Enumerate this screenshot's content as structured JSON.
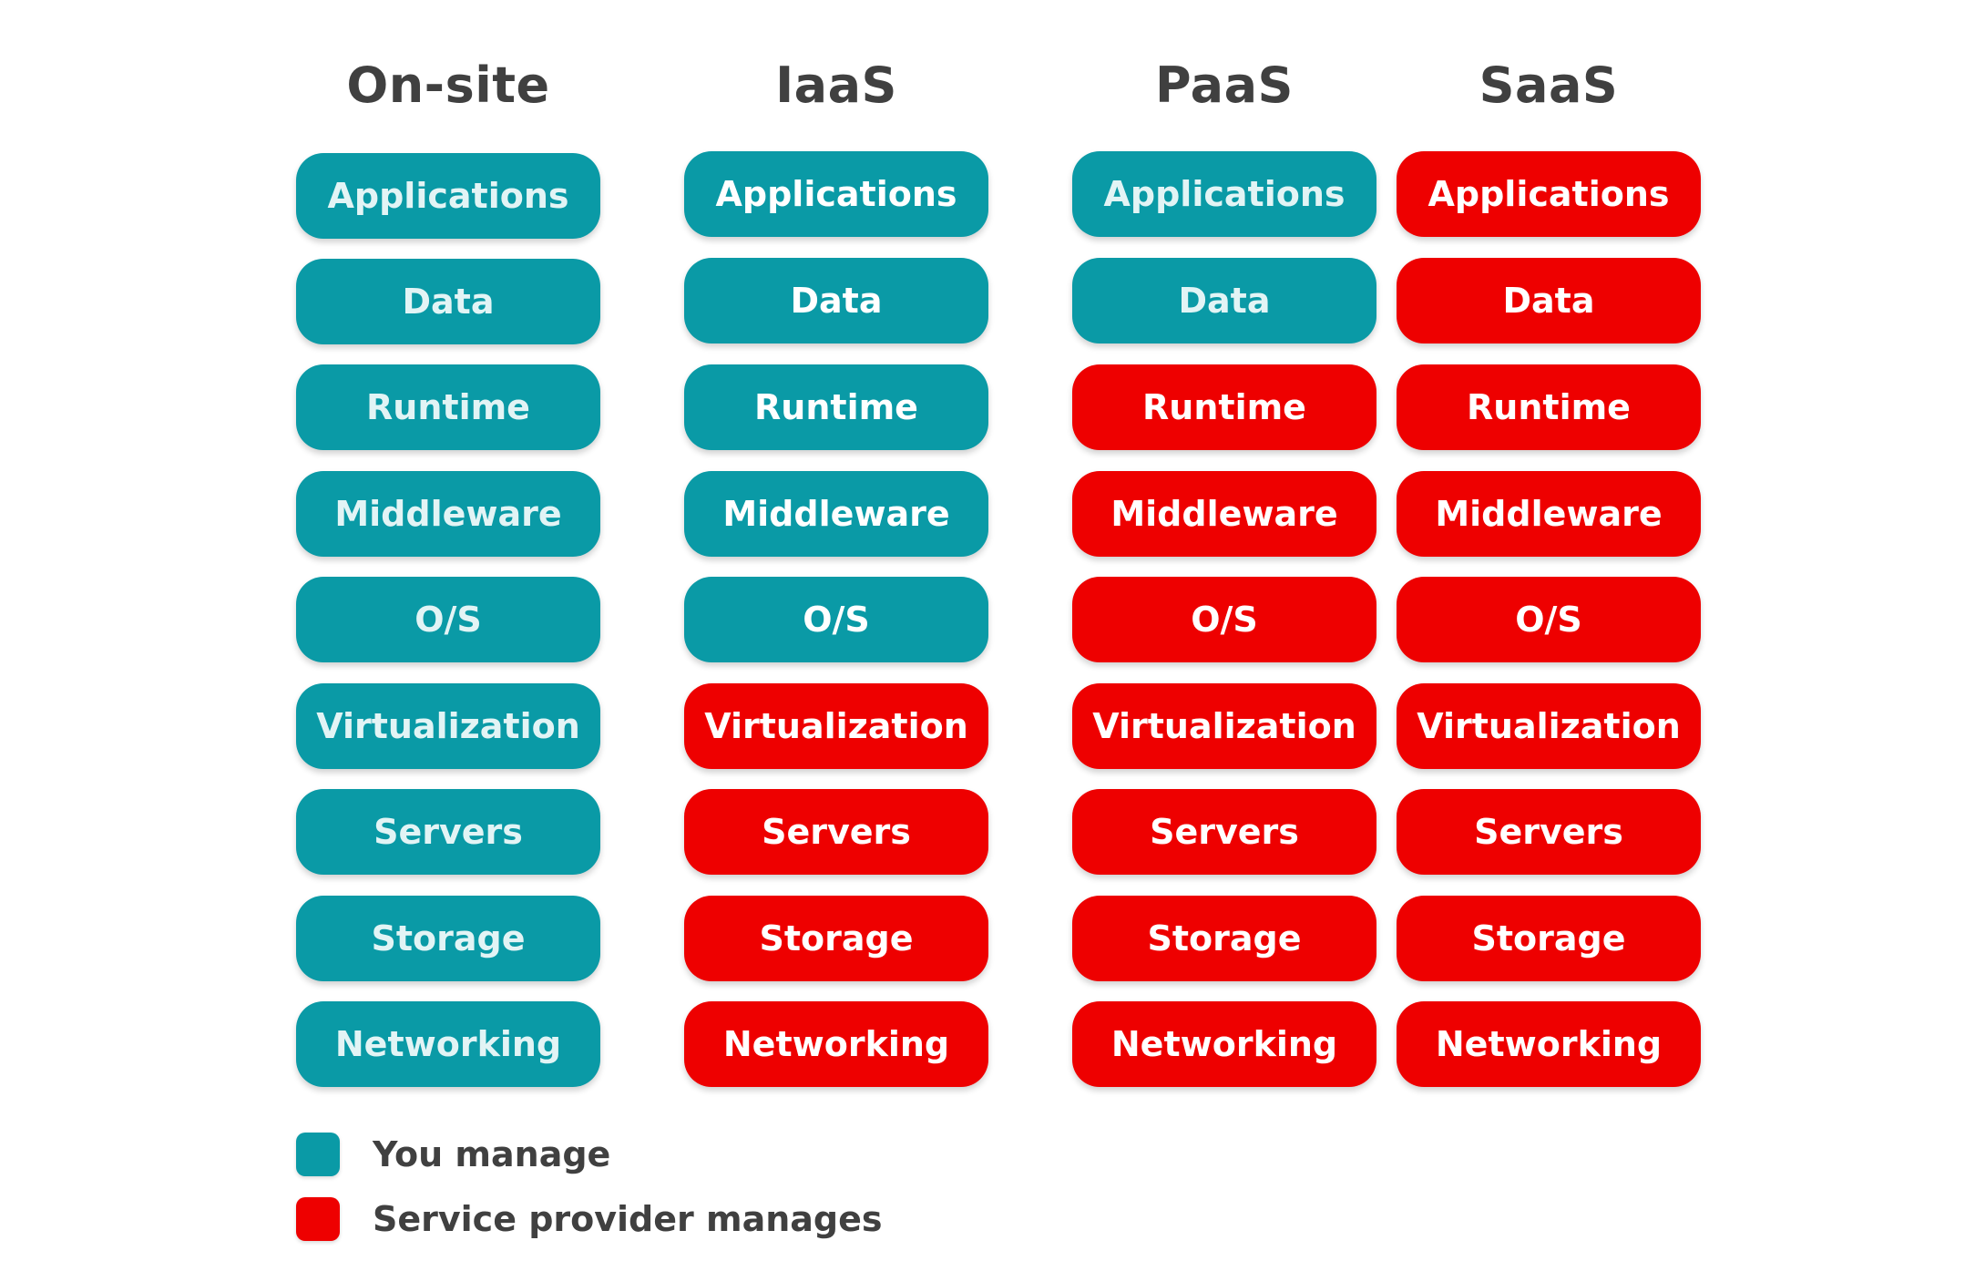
{
  "columns": [
    {
      "title": "On-site",
      "layers": [
        {
          "label": "Applications",
          "managed_by": "you"
        },
        {
          "label": "Data",
          "managed_by": "you"
        },
        {
          "label": "Runtime",
          "managed_by": "you"
        },
        {
          "label": "Middleware",
          "managed_by": "you"
        },
        {
          "label": "O/S",
          "managed_by": "you"
        },
        {
          "label": "Virtualization",
          "managed_by": "you"
        },
        {
          "label": "Servers",
          "managed_by": "you"
        },
        {
          "label": "Storage",
          "managed_by": "you"
        },
        {
          "label": "Networking",
          "managed_by": "you"
        }
      ]
    },
    {
      "title": "IaaS",
      "layers": [
        {
          "label": "Applications",
          "managed_by": "you"
        },
        {
          "label": "Data",
          "managed_by": "you"
        },
        {
          "label": "Runtime",
          "managed_by": "you"
        },
        {
          "label": "Middleware",
          "managed_by": "you"
        },
        {
          "label": "O/S",
          "managed_by": "you"
        },
        {
          "label": "Virtualization",
          "managed_by": "provider"
        },
        {
          "label": "Servers",
          "managed_by": "provider"
        },
        {
          "label": "Storage",
          "managed_by": "provider"
        },
        {
          "label": "Networking",
          "managed_by": "provider"
        }
      ]
    },
    {
      "title": "PaaS",
      "layers": [
        {
          "label": "Applications",
          "managed_by": "you"
        },
        {
          "label": "Data",
          "managed_by": "you"
        },
        {
          "label": "Runtime",
          "managed_by": "provider"
        },
        {
          "label": "Middleware",
          "managed_by": "provider"
        },
        {
          "label": "O/S",
          "managed_by": "provider"
        },
        {
          "label": "Virtualization",
          "managed_by": "provider"
        },
        {
          "label": "Servers",
          "managed_by": "provider"
        },
        {
          "label": "Storage",
          "managed_by": "provider"
        },
        {
          "label": "Networking",
          "managed_by": "provider"
        }
      ]
    },
    {
      "title": "SaaS",
      "layers": [
        {
          "label": "Applications",
          "managed_by": "provider"
        },
        {
          "label": "Data",
          "managed_by": "provider"
        },
        {
          "label": "Runtime",
          "managed_by": "provider"
        },
        {
          "label": "Middleware",
          "managed_by": "provider"
        },
        {
          "label": "O/S",
          "managed_by": "provider"
        },
        {
          "label": "Virtualization",
          "managed_by": "provider"
        },
        {
          "label": "Servers",
          "managed_by": "provider"
        },
        {
          "label": "Storage",
          "managed_by": "provider"
        },
        {
          "label": "Networking",
          "managed_by": "provider"
        }
      ]
    }
  ],
  "legend": {
    "you": {
      "label": "You manage",
      "color": "#0a9aa6"
    },
    "provider": {
      "label": "Service provider manages",
      "color": "#ee0000"
    }
  }
}
